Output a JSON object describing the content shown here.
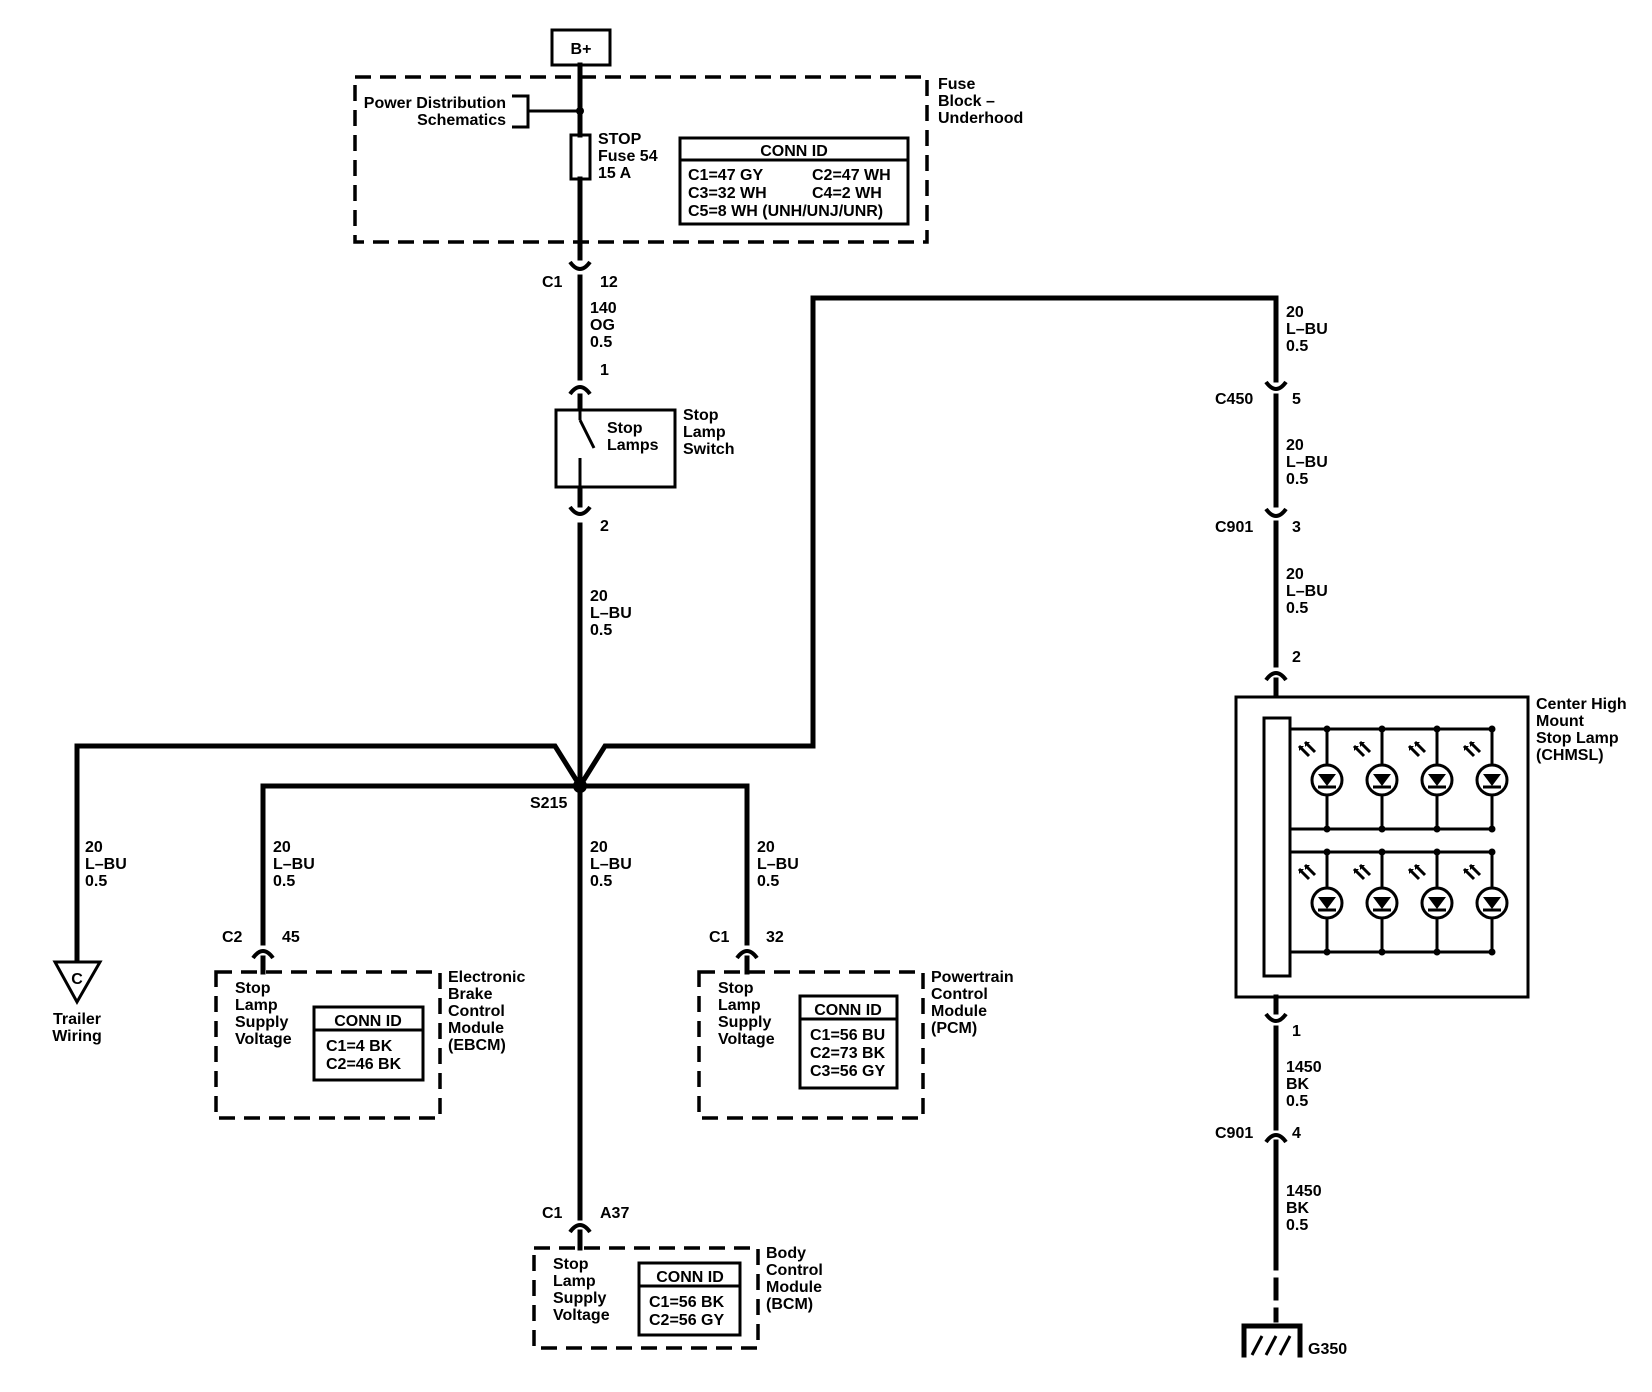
{
  "power": {
    "b_plus": "B+"
  },
  "fuse_block": {
    "title": [
      "Fuse",
      "Block –",
      "Underhood"
    ],
    "power_dist": [
      "Power Distribution",
      "Schematics"
    ],
    "fuse_label": [
      "STOP",
      "Fuse 54",
      "15 A"
    ],
    "conn_id": {
      "header": "CONN ID",
      "rows": [
        [
          "C1=47 GY",
          "C2=47 WH"
        ],
        [
          "C3=32 WH",
          "C4=2 WH"
        ],
        [
          "C5=8 WH (UNH/UNJ/UNR)",
          ""
        ]
      ]
    }
  },
  "connectors": {
    "c1_fuse": {
      "name": "C1",
      "pin": "12"
    },
    "switch_in": {
      "pin": "1"
    },
    "switch_out": {
      "pin": "2"
    },
    "c450": {
      "name": "C450",
      "pin": "5"
    },
    "c901_top": {
      "name": "C901",
      "pin": "3"
    },
    "chmsl_in": {
      "pin": "2"
    },
    "chmsl_out": {
      "pin": "1"
    },
    "c901_bottom": {
      "name": "C901",
      "pin": "4"
    },
    "ebcm": {
      "name": "C2",
      "pin": "45"
    },
    "pcm": {
      "name": "C1",
      "pin": "32"
    },
    "bcm": {
      "name": "C1",
      "pin": "A37"
    }
  },
  "wires": {
    "fuse_to_switch": [
      "140",
      "OG",
      "0.5"
    ],
    "switch_to_splice": [
      "20",
      "L–BU",
      "0.5"
    ],
    "trailer": [
      "20",
      "L–BU",
      "0.5"
    ],
    "ebcm": [
      "20",
      "L–BU",
      "0.5"
    ],
    "bcm": [
      "20",
      "L–BU",
      "0.5"
    ],
    "pcm": [
      "20",
      "L–BU",
      "0.5"
    ],
    "chmsl_top": [
      "20",
      "L–BU",
      "0.5"
    ],
    "c450_to_c901": [
      "20",
      "L–BU",
      "0.5"
    ],
    "c901_to_chmsl": [
      "20",
      "L–BU",
      "0.5"
    ],
    "chmsl_ground": [
      "1450",
      "BK",
      "0.5"
    ],
    "ground_final": [
      "1450",
      "BK",
      "0.5"
    ]
  },
  "switch": {
    "inner": [
      "Stop",
      "Lamps"
    ],
    "title": [
      "Stop",
      "Lamp",
      "Switch"
    ]
  },
  "splice": {
    "name": "S215"
  },
  "trailer": {
    "letter": "C",
    "label": [
      "Trailer",
      "Wiring"
    ]
  },
  "ebcm": {
    "inner": [
      "Stop",
      "Lamp",
      "Supply",
      "Voltage"
    ],
    "title": [
      "Electronic",
      "Brake",
      "Control",
      "Module",
      "(EBCM)"
    ],
    "conn_id": {
      "header": "CONN ID",
      "rows": [
        "C1=4 BK",
        "C2=46 BK"
      ]
    }
  },
  "pcm": {
    "inner": [
      "Stop",
      "Lamp",
      "Supply",
      "Voltage"
    ],
    "title": [
      "Powertrain",
      "Control",
      "Module",
      "(PCM)"
    ],
    "conn_id": {
      "header": "CONN ID",
      "rows": [
        "C1=56 BU",
        "C2=73 BK",
        "C3=56 GY"
      ]
    }
  },
  "bcm": {
    "inner": [
      "Stop",
      "Lamp",
      "Supply",
      "Voltage"
    ],
    "title": [
      "Body",
      "Control",
      "Module",
      "(BCM)"
    ],
    "conn_id": {
      "header": "CONN ID",
      "rows": [
        "C1=56 BK",
        "C2=56 GY"
      ]
    }
  },
  "chmsl": {
    "title": [
      "Center High",
      "Mount",
      "Stop Lamp",
      "(CHMSL)"
    ]
  },
  "ground": {
    "name": "G350"
  }
}
